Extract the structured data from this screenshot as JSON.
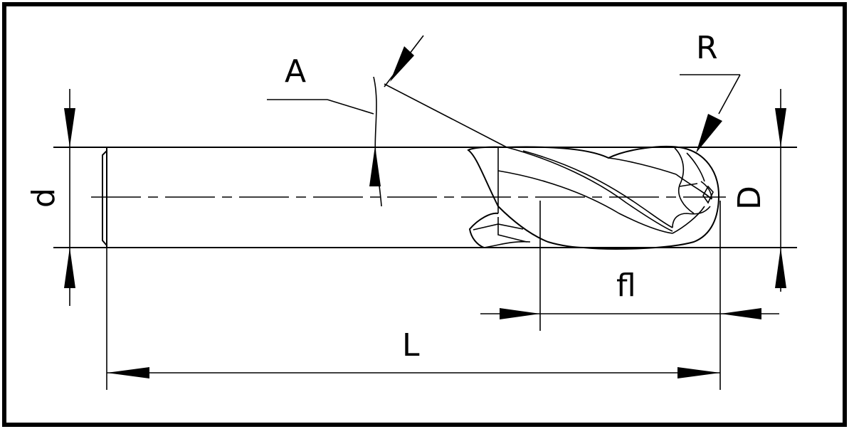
{
  "drawing": {
    "type": "ball-nose end mill dimension drawing",
    "labels": {
      "angle": "A",
      "radius": "R",
      "shank_diameter": "d",
      "cutter_diameter": "D",
      "flute_length": "fl",
      "overall_length": "L"
    },
    "colors": {
      "line": "#000000",
      "background": "#ffffff"
    }
  }
}
